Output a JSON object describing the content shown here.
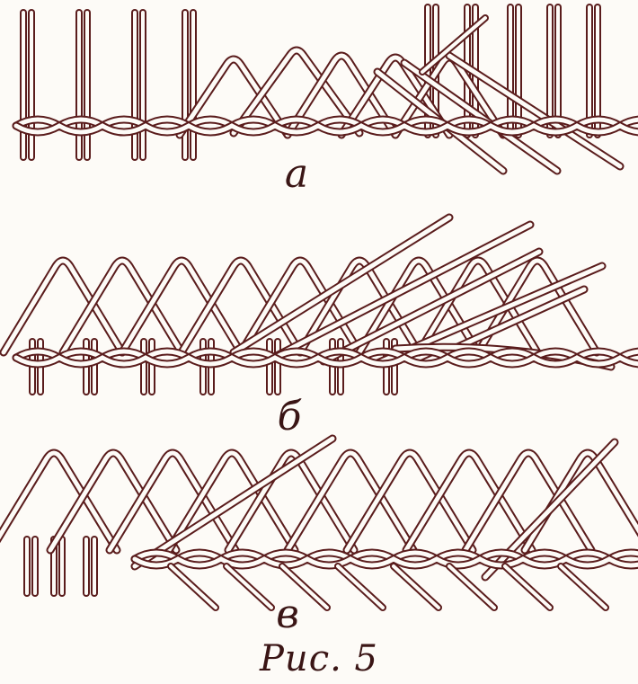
{
  "colors": {
    "ink": "#5a1c1c",
    "paper": "#fdfbf7"
  },
  "figure": {
    "panels": [
      {
        "id": "a",
        "label": "а"
      },
      {
        "id": "b",
        "label": "б"
      },
      {
        "id": "v",
        "label": "в"
      }
    ],
    "caption": "Рис. 5"
  }
}
